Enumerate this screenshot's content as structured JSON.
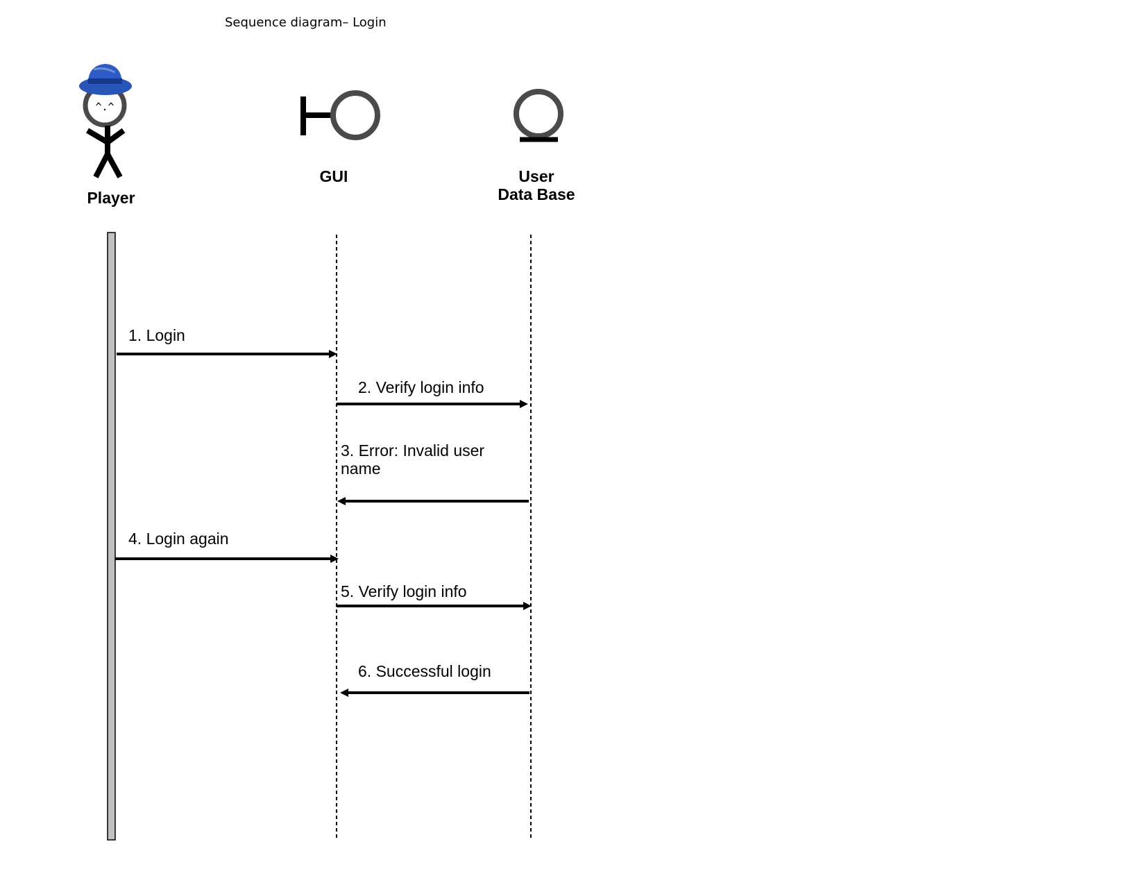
{
  "title": "Sequence diagram– Login",
  "actors": {
    "player": {
      "label": "Player",
      "face": "^.^"
    },
    "gui": {
      "label": "GUI"
    },
    "database": {
      "label_line1": "User",
      "label_line2": "Data Base"
    }
  },
  "messages": [
    {
      "label": "1. Login",
      "from": "player",
      "to": "gui"
    },
    {
      "label": "2. Verify login info",
      "from": "gui",
      "to": "database"
    },
    {
      "label": "3. Error: Invalid user\nname",
      "from": "database",
      "to": "gui"
    },
    {
      "label": "4. Login again",
      "from": "player",
      "to": "gui"
    },
    {
      "label": "5. Verify login info",
      "from": "gui",
      "to": "database"
    },
    {
      "label": "6. Successful login",
      "from": "database",
      "to": "gui"
    }
  ],
  "colors": {
    "hat": "#2a55b8",
    "activation": "#c0c0c0",
    "icon_stroke": "#4a4a4a"
  }
}
